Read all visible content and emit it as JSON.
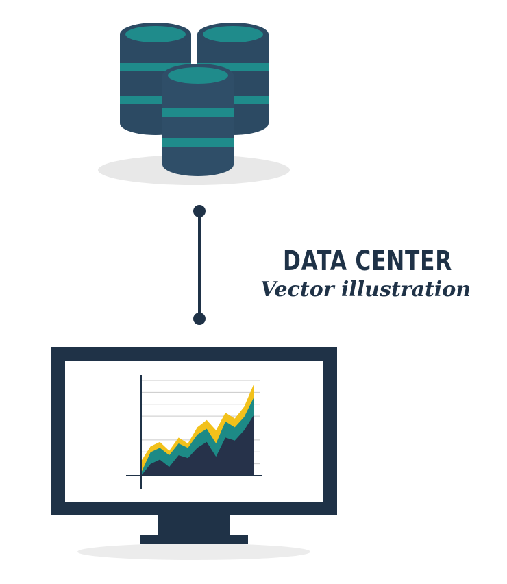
{
  "heading": {
    "title": "DATA CENTER",
    "subtitle": "Vector illustration"
  },
  "icons": {
    "servers": "database-stack-icon",
    "connector": "connection-line-icon",
    "monitor": "monitor-icon",
    "chart": "area-chart-icon"
  },
  "colors": {
    "navy": "#1f3247",
    "server_body": "#2c4a63",
    "teal": "#1f8b8b",
    "yellow": "#f2c11b",
    "chart_teal": "#1d8a86",
    "chart_dark": "#26324a",
    "grid": "#c9c9c9",
    "screen": "#ffffff"
  },
  "chart_data": {
    "type": "area",
    "series": [
      {
        "values": [
          2,
          4,
          4.6,
          3.4,
          5.2,
          4.4,
          6.6,
          7.6,
          6.2,
          8.6,
          7.8,
          9.4,
          12.4
        ]
      },
      {
        "values": [
          0.4,
          3.2,
          3.8,
          2.8,
          4.4,
          3.8,
          5.6,
          6.4,
          4.4,
          7.4,
          6.6,
          8.0,
          10.6
        ]
      },
      {
        "values": [
          0,
          1.6,
          2.2,
          1.2,
          2.8,
          2.4,
          3.8,
          4.6,
          2.6,
          5.2,
          4.8,
          6.2,
          8.2
        ]
      }
    ],
    "ylim": [
      0,
      13
    ],
    "grid": true
  }
}
